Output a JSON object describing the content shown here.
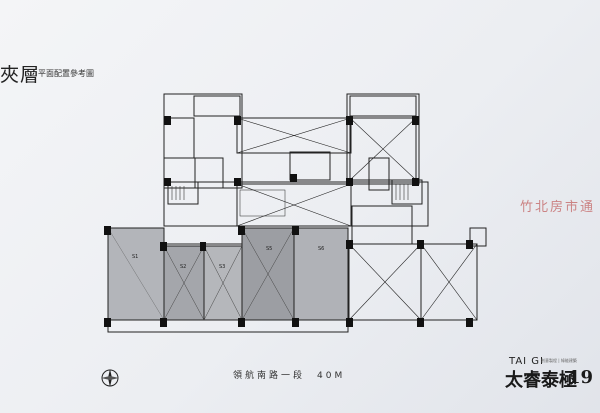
{
  "header": {
    "title": "夾層",
    "subtitle": "平面配置參考圖"
  },
  "road": {
    "label": "領航南路一段　40M"
  },
  "brand": {
    "english": "TAI GI",
    "tagline": "創意製程 | 綠能建築",
    "chinese": "太睿泰極",
    "number": "19"
  },
  "watermark": {
    "text": "竹北房市通"
  },
  "units": [
    "S1",
    "S2",
    "S3",
    "S5",
    "S6"
  ],
  "colors": {
    "line": "#222222",
    "unit_fill": "#a9abb0",
    "unit_fill_dark": "#8f9196",
    "pillar": "#111111"
  }
}
